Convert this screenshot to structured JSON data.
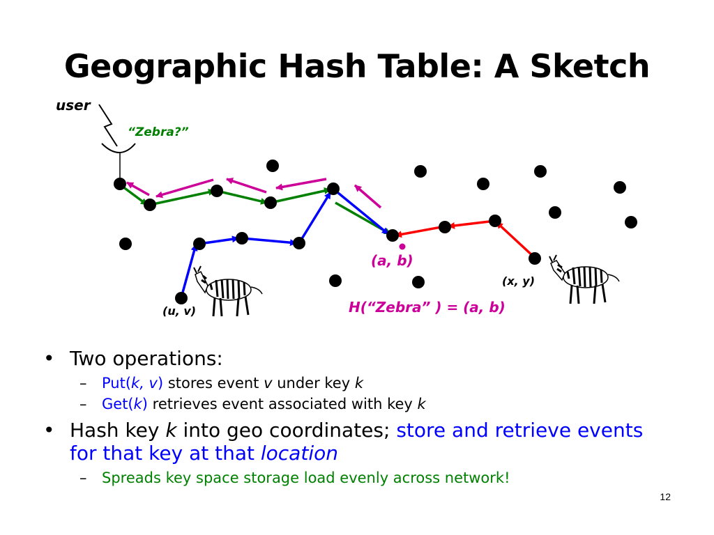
{
  "title": "Geographic Hash Table: A Sketch",
  "diagram": {
    "user_label": "user",
    "query_label": "“Zebra?”",
    "ab_label": "(a, b)",
    "xy_label": "(x, y)",
    "uv_label": "(u, v)",
    "hash_label": "H(“Zebra” ) = (a, b)"
  },
  "bullets": {
    "op_heading": "Two operations:",
    "put_name": "Put(",
    "put_k": "k, v",
    "put_close": ")",
    "put_rest": " stores event ",
    "put_v": "v",
    "put_rest2": " under key ",
    "put_key": "k",
    "get_name": "Get(",
    "get_k": "k",
    "get_close": ")",
    "get_rest": " retrieves event associated with key ",
    "get_key": "k",
    "hash_pre": "Hash key ",
    "hash_k": "k",
    "hash_mid": " into geo coordinates; ",
    "hash_blue": "store and retrieve events for that key at that ",
    "hash_loc": "location",
    "spread": "Spreads key space storage load evenly across network!"
  },
  "page_number": "12",
  "colors": {
    "green": "#008000",
    "blue": "#0000ff",
    "red": "#ff0000",
    "magenta": "#cc0099",
    "label": "#cc0099"
  }
}
